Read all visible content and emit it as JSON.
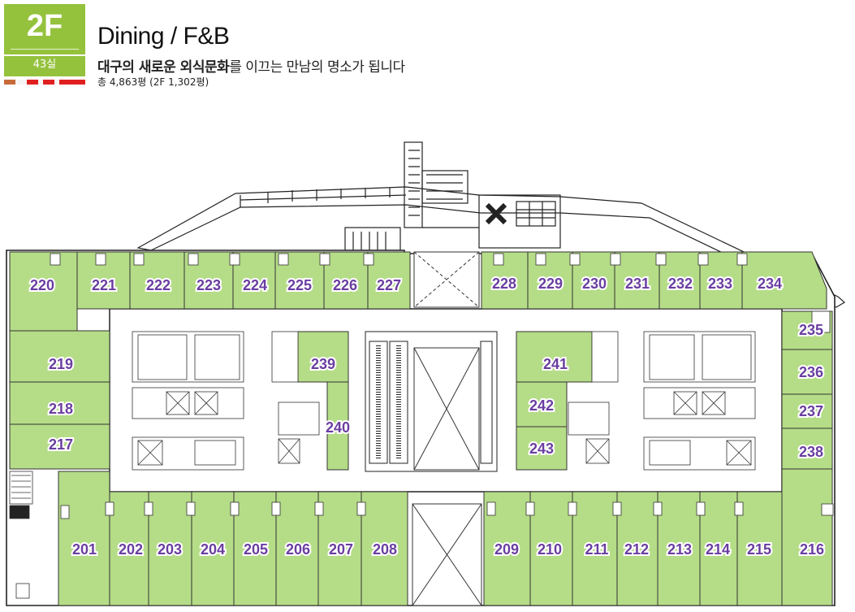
{
  "header": {
    "floor": "2F",
    "unit_count": "43실",
    "title": "Dining / F&B",
    "subtitle_bold": "대구의 새로운 외식문화",
    "subtitle_rest": "를 이끄는 만남의 명소가 됩니다",
    "area": "총 4,863평 (2F 1,302평)"
  },
  "colors": {
    "badge_green": "#95c23d",
    "unit_fill": "#b5dc87",
    "unit_label": "#6a3ea0",
    "stripe": [
      "#c86b3a",
      "#f5f5f5",
      "#e02020",
      "#f5f5f5",
      "#e02020",
      "#f5f5f5",
      "#e02020"
    ]
  },
  "units": [
    "201",
    "202",
    "203",
    "204",
    "205",
    "206",
    "207",
    "208",
    "209",
    "210",
    "211",
    "212",
    "213",
    "214",
    "215",
    "216",
    "217",
    "218",
    "219",
    "220",
    "221",
    "222",
    "223",
    "224",
    "225",
    "226",
    "227",
    "228",
    "229",
    "230",
    "231",
    "232",
    "233",
    "234",
    "235",
    "236",
    "237",
    "238",
    "239",
    "240",
    "241",
    "242",
    "243"
  ]
}
